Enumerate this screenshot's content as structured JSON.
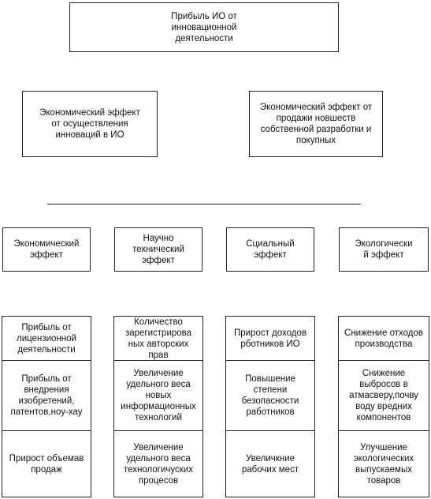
{
  "top": {
    "text": "Прибыль ИО от инновационной деятельности"
  },
  "mid_left": {
    "text": "Экономический эффект от осуществления инноваций в ИО"
  },
  "mid_right": {
    "text": "Экономический эффект от продажи новшеств собственной разработки и покупных"
  },
  "effects": [
    "Экономический эффект",
    "Научно технический эффект",
    "Сциальный эффект",
    "Экологически й эффект"
  ],
  "columns": [
    [
      "Прибыль от лицензионной деятельности",
      "Прибыль от внедрения изобретений, патентов,ноу-хау",
      "Прирост объемав продаж"
    ],
    [
      "Количество зарегистрирова ных авторских прав",
      "Увеличение удельного веса новых информационных технологий",
      "Увеличение удельного веса технологичуских процесов"
    ],
    [
      "Прирост доходов рботников ИО",
      "Повышение степени безопасности работников",
      "Увеличкние рабочих мест"
    ],
    [
      "Снижение отходов производства",
      "Снижение выбросов в атмасверу,почву воду вредних компонентов",
      "Улучшение экологических выпускаемых товаров"
    ]
  ]
}
